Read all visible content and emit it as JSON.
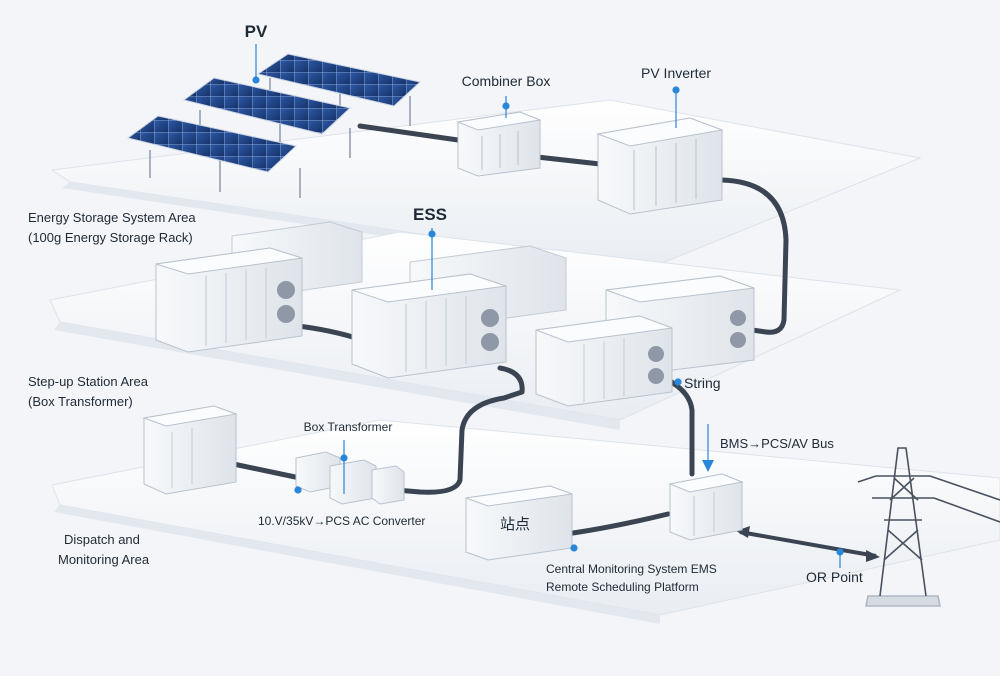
{
  "labels": {
    "pv": "PV",
    "combiner_box": "Combiner Box",
    "pv_inverter": "PV Inverter",
    "ess_area_line1": "Energy Storage System Area",
    "ess_area_line2": "(100g Energy Storage Rack)",
    "ess": "ESS",
    "string": "String",
    "stepup_area_line1": "Step-up Station Area",
    "stepup_area_line2": "(Box Transformer)",
    "box_transformer": "Box Transformer",
    "pcs_converter": "10.V/35kV→PCS AC Converter",
    "bms_bus": "BMS→PCS/AV Bus",
    "dispatch_line1": "Dispatch and",
    "dispatch_line2": "Monitoring Area",
    "station_sign": "站点",
    "ems_line1": "Central Monitoring System EMS",
    "ems_line2": "Remote Scheduling Platform",
    "or_point": "OR Point"
  },
  "colors": {
    "background": "#f3f5f8",
    "platform": "#ffffff",
    "cable": "#3b4452",
    "marker": "#2a86d9",
    "panel": "#1e3f7a",
    "cabinet": "#eef1f4"
  },
  "icons": [
    "solar-panel-icon",
    "cabinet-icon",
    "transformer-icon",
    "transmission-tower-icon",
    "arrow-down-icon"
  ]
}
